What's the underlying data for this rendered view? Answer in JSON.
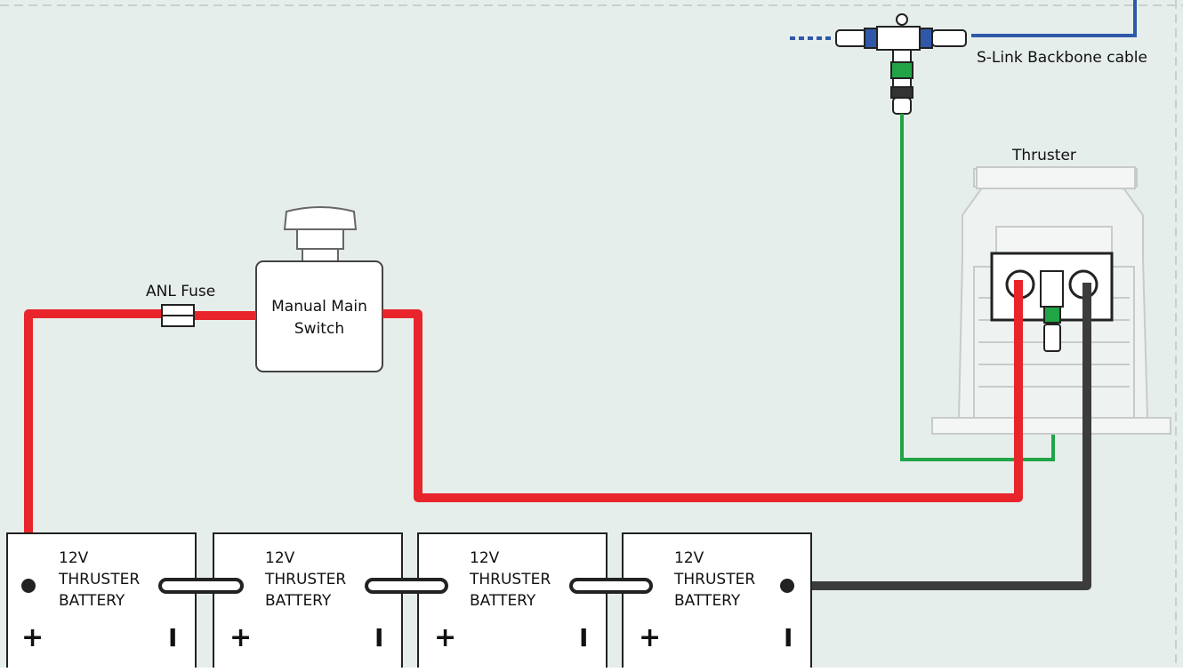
{
  "labels": {
    "backbone": "S-Link Backbone cable",
    "thruster": "Thruster",
    "fuse": "ANL Fuse",
    "switch_line1": "Manual Main",
    "switch_line2": "Switch"
  },
  "batteries": [
    {
      "voltage": "12V",
      "line1": "THRUSTER",
      "line2": "BATTERY",
      "plus": "+",
      "minus": "I"
    },
    {
      "voltage": "12V",
      "line1": "THRUSTER",
      "line2": "BATTERY",
      "plus": "+",
      "minus": "I"
    },
    {
      "voltage": "12V",
      "line1": "THRUSTER",
      "line2": "BATTERY",
      "plus": "+",
      "minus": "I"
    },
    {
      "voltage": "12V",
      "line1": "THRUSTER",
      "line2": "BATTERY",
      "plus": "+",
      "minus": "I"
    }
  ],
  "colors": {
    "background": "#e6eeec",
    "positive_cable": "#e8252b",
    "negative_cable": "#3c3c3c",
    "signal_cable": "#21a446",
    "backbone_cable": "#2f58a8",
    "outline": "#222222"
  }
}
